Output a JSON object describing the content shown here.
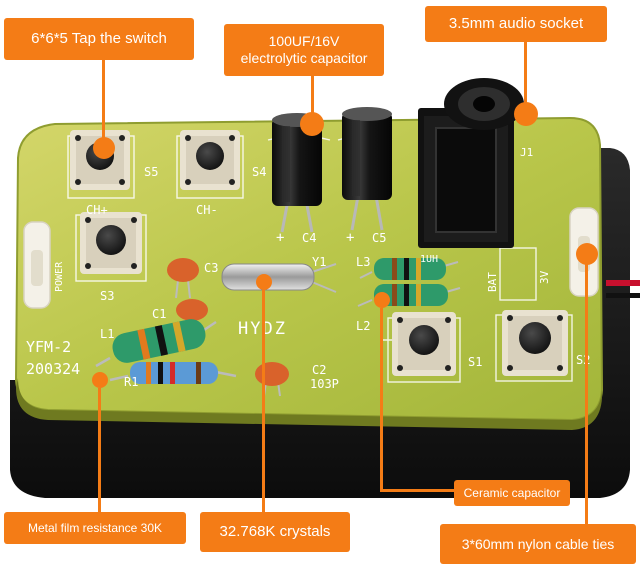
{
  "labels": {
    "tap_switch": "6*6*5 Tap the switch",
    "capacitor_line1": "100UF/16V",
    "capacitor_line2": "electrolytic capacitor",
    "audio_socket": "3.5mm audio socket",
    "ceramic_capacitor": "Ceramic capacitor",
    "resistor": "Metal film resistance 30K",
    "crystals": "32.768K crystals",
    "cable_ties": "3*60mm nylon cable ties"
  },
  "board": {
    "brand": "HYDZ",
    "model": "YFM-2",
    "date": "200324",
    "silk": {
      "s5": "S5",
      "s4": "S4",
      "s3": "S3",
      "s1": "S1",
      "s2": "S2",
      "ch_plus": "CH+",
      "ch_minus": "CH-",
      "power": "POWER",
      "c4": "C4",
      "c5": "C5",
      "c1": "C1",
      "c2": "C2",
      "c2_val": "103P",
      "c3": "C3",
      "l1": "L1",
      "l2": "L2",
      "l3": "L3",
      "r1": "R1",
      "y1": "Y1",
      "j1": "J1",
      "bat": "BAT",
      "voltage": "3V",
      "plus": "+",
      "inductor_val": "1UH"
    }
  },
  "colors": {
    "accent": "#f47c16",
    "pcb": "#b8c64a",
    "battery_box": "#1d1d1d"
  }
}
